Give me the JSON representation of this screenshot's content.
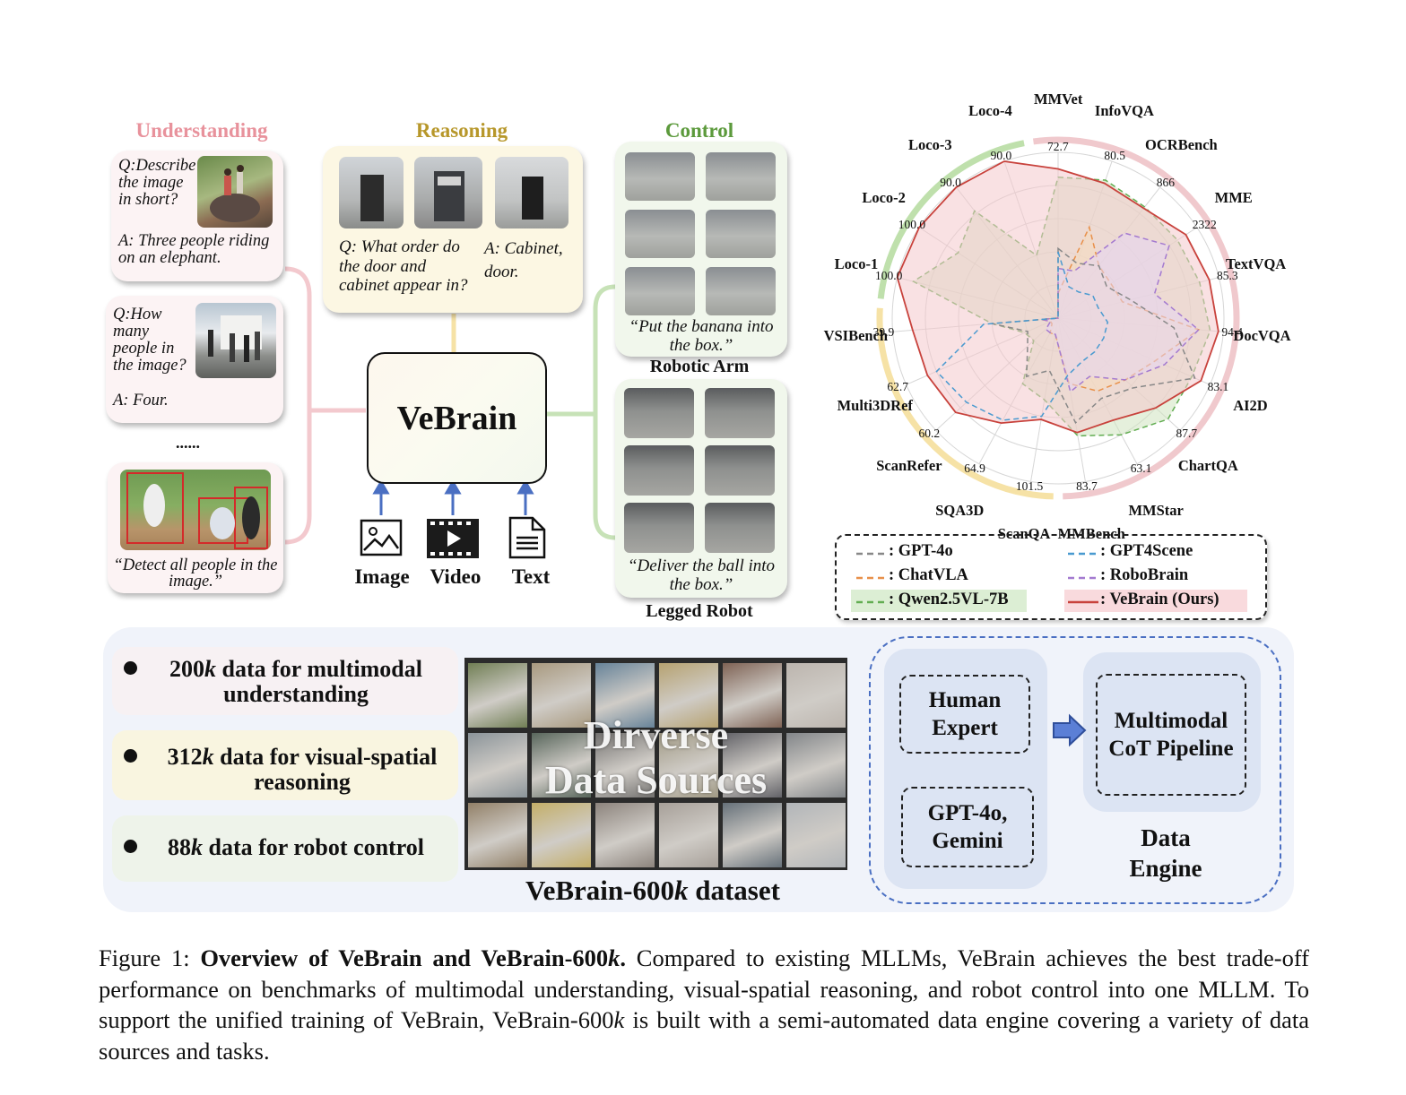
{
  "sections": {
    "understanding": "Understanding",
    "reasoning": "Reasoning",
    "control": "Control"
  },
  "understanding": {
    "q1": "Q:Describe the image in short?",
    "a1": "A: Three people riding on an elephant.",
    "q2": "Q:How many people in the image?",
    "a2": "A: Four.",
    "ellipsis": "......",
    "q3": "“Detect all people in the image.”"
  },
  "reasoning": {
    "q": "Q: What order do the door and cabinet appear in?",
    "a": "A: Cabinet, door."
  },
  "control": {
    "arm_instruction": "“Put the banana into the box.”",
    "arm_label": "Robotic Arm",
    "legged_instruction": "“Deliver the ball into the box.”",
    "legged_label": "Legged Robot"
  },
  "model": {
    "name": "VeBrain",
    "inputs": [
      "Image",
      "Video",
      "Text"
    ]
  },
  "colors": {
    "understanding": "#e8929c",
    "reasoning": "#b7972a",
    "control": "#5c9a3c",
    "vebrain": "#c8423c",
    "arrow": "#4a6fc2"
  },
  "chart_data": {
    "type": "radar",
    "axes": [
      "MMVet",
      "InfoVQA",
      "OCRBench",
      "MME",
      "TextVQA",
      "DocVQA",
      "AI2D",
      "ChartQA",
      "MMStar",
      "MMBench",
      "ScanQA",
      "SQA3D",
      "ScanRefer",
      "Multi3DRef",
      "VSIBench",
      "Loco-1",
      "Loco-2",
      "Loco-3",
      "Loco-4"
    ],
    "tick_labels": [
      "72.7",
      "80.5",
      "866",
      "2322",
      "85.3",
      "94.4",
      "83.1",
      "87.7",
      "63.1",
      "83.7",
      "101.5",
      "64.9",
      "60.2",
      "62.7",
      "39.9",
      "100.0",
      "100.0",
      "90.0",
      "90.0"
    ],
    "axis_groups": [
      {
        "name": "understanding",
        "color": "#f0c9cd",
        "axes": [
          "MMVet",
          "InfoVQA",
          "OCRBench",
          "MME",
          "TextVQA",
          "DocVQA",
          "AI2D",
          "ChartQA",
          "MMStar",
          "MMBench"
        ]
      },
      {
        "name": "reasoning",
        "color": "#f6e2a6",
        "axes": [
          "ScanQA",
          "SQA3D",
          "ScanRefer",
          "Multi3DRef",
          "VSIBench"
        ]
      },
      {
        "name": "control",
        "color": "#bfe0ac",
        "axes": [
          "Loco-1",
          "Loco-2",
          "Loco-3",
          "Loco-4"
        ]
      }
    ],
    "rmax": 1.0,
    "grid": true,
    "series": [
      {
        "name": "VeBrain (Ours)",
        "color": "#c8423c",
        "dash": "solid",
        "fill": "#f4c8cc",
        "values": [
          0.9,
          0.86,
          0.84,
          0.92,
          0.94,
          0.97,
          0.94,
          0.8,
          0.7,
          0.7,
          0.62,
          0.72,
          0.84,
          0.86,
          0.88,
          1.0,
          1.0,
          1.0,
          1.0
        ]
      },
      {
        "name": "Qwen2.5VL-7B",
        "color": "#62ad52",
        "dash": "dashed",
        "fill": "#cfe4c0",
        "values": [
          0.85,
          0.88,
          0.85,
          0.86,
          0.88,
          0.92,
          0.88,
          0.9,
          0.8,
          0.72,
          0.5,
          0.45,
          0.2,
          0.22,
          0.4,
          0.9,
          0.72,
          0.82,
          0.4
        ]
      },
      {
        "name": "GPT-4o",
        "color": "#888888",
        "dash": "dashed",
        "fill": "none",
        "values": [
          0.42,
          0.35,
          0.4,
          0.35,
          0.45,
          0.7,
          0.9,
          0.62,
          0.55,
          0.64,
          0.32,
          0.4,
          0.25,
          0.2,
          0.4,
          0.0,
          0.0,
          0.0,
          0.0
        ]
      },
      {
        "name": "ChatVLA",
        "color": "#e8904a",
        "dash": "dashed",
        "fill": "#f6dcc0",
        "values": [
          0.15,
          0.58,
          0.4,
          0.38,
          0.4,
          0.85,
          0.64,
          0.55,
          0.5,
          0.4,
          0.1,
          0.1,
          0.05,
          0.05,
          0.1,
          0.0,
          0.0,
          0.0,
          0.0
        ]
      },
      {
        "name": "GPT4Scene",
        "color": "#4a9ad0",
        "dash": "dashed",
        "fill": "none",
        "values": [
          0.4,
          0.2,
          0.2,
          0.25,
          0.25,
          0.3,
          0.3,
          0.3,
          0.3,
          0.35,
          0.6,
          0.7,
          0.75,
          0.8,
          0.45,
          0.0,
          0.0,
          0.0,
          0.0
        ]
      },
      {
        "name": "RoboBrain",
        "color": "#a47ad0",
        "dash": "dashed",
        "fill": "#e5d6f2",
        "values": [
          0.3,
          0.3,
          0.65,
          0.8,
          0.6,
          0.85,
          0.7,
          0.55,
          0.4,
          0.45,
          0.1,
          0.1,
          0.1,
          0.05,
          0.1,
          0.0,
          0.0,
          0.0,
          0.0
        ]
      }
    ],
    "legend_position": "bottom"
  },
  "legend": {
    "gpt4o": ": GPT-4o",
    "chatvla": ": ChatVLA",
    "qwen": ": Qwen2.5VL-7B",
    "gpt4scene": ": GPT4Scene",
    "robobrain": ": RoboBrain",
    "vebrain": ": VeBrain (Ours)"
  },
  "dataset": {
    "b1_num": "200",
    "b1_k": "k",
    "b1_rest": " data for multimodal",
    "b1_line2": "understanding",
    "b2_num": "312",
    "b2_k": "k",
    "b2_rest": " data for visual-spatial",
    "b2_line2": "reasoning",
    "b3_num": "88",
    "b3_k": "k",
    "b3_rest": " data for robot control",
    "overlay_line1": "Dirverse",
    "overlay_line2": "Data Sources",
    "name_prefix": "VeBrain-600",
    "name_k": "k",
    "name_suffix": " dataset"
  },
  "engine": {
    "human": "Human Expert",
    "gpt": "GPT-4o, Gemini",
    "pipeline": "Multimodal CoT Pipeline",
    "label": "Data Engine"
  },
  "caption": {
    "prefix": "Figure 1: ",
    "bold": "Overview of VeBrain and VeBrain-600",
    "bold_k": "k",
    "bold_end": ".",
    "text1": " Compared to existing MLLMs, VeBrain achieves the best trade-off performance on benchmarks of multimodal understanding, visual-spatial reasoning, and robot control into one MLLM. To support the unified training of VeBrain, VeBrain-600",
    "text_k": "k",
    "text2": " is built with a semi-automated data engine covering a variety of data sources and tasks."
  }
}
